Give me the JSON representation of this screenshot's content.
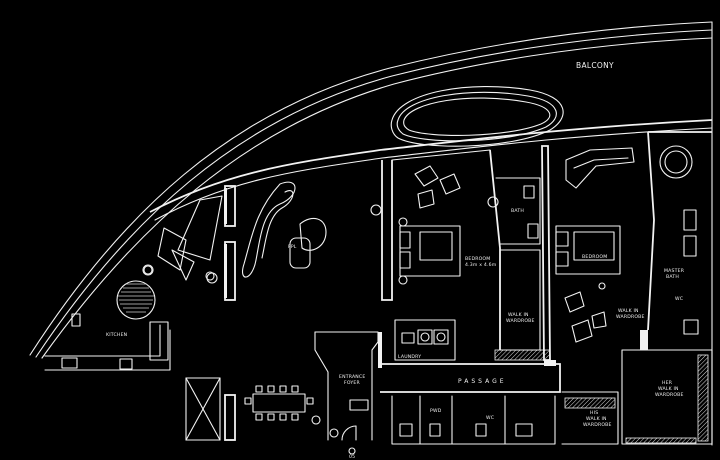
{
  "labels": {
    "balcony": "BALCONY",
    "kitchen": "KITCHEN",
    "bedroom_1": "BEDROOM",
    "bedroom_1_size": "4.3m x 4.6m",
    "bedroom_2": "BEDROOM",
    "bath": "BATH",
    "walk_in_wardrobe_1_a": "WALK IN",
    "walk_in_wardrobe_1_b": "WARDROBE",
    "walk_in_wardrobe_2_a": "WALK IN",
    "walk_in_wardrobe_2_b": "WARDROBE",
    "master_bath_a": "MASTER",
    "master_bath_b": "BATH",
    "entrance_a": "ENTRANCE",
    "entrance_b": "FOYER",
    "laundry": "LAUNDRY",
    "passage": "PASSAGE",
    "his_wardrobe_a": "HIS",
    "his_wardrobe_b": "WALK IN",
    "his_wardrobe_c": "WARDROBE",
    "her_wardrobe_a": "HER",
    "her_wardrobe_b": "WALK IN",
    "her_wardrobe_c": "WARDROBE",
    "powder": "PWD",
    "wc": "WC",
    "fireplace": "FPL",
    "entry_marker": "05"
  }
}
